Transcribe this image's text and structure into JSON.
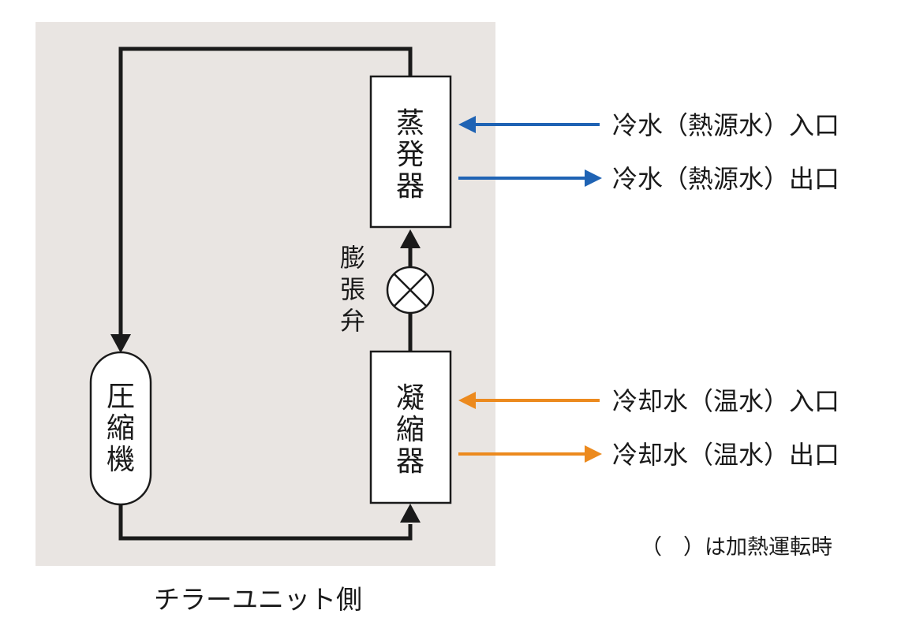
{
  "colors": {
    "unit_background": "#e9e5e2",
    "refrigerant_line": "#1a1a1a",
    "cold_water_arrow": "#1f63b4",
    "cooling_water_arrow": "#ec8a1e"
  },
  "components": {
    "evaporator": [
      "蒸",
      "発",
      "器"
    ],
    "condenser": [
      "凝",
      "縮",
      "器"
    ],
    "compressor": [
      "圧",
      "縮",
      "機"
    ],
    "expansion_valve": [
      "膨",
      "張",
      "弁"
    ]
  },
  "connections": {
    "cold_water_inlet": "冷水（熱源水）入口",
    "cold_water_outlet": "冷水（熱源水）出口",
    "cooling_water_inlet": "冷却水（温水）入口",
    "cooling_water_outlet": "冷却水（温水）出口"
  },
  "note": "（　）は加熱運転時",
  "unit_label": "チラーユニット側"
}
